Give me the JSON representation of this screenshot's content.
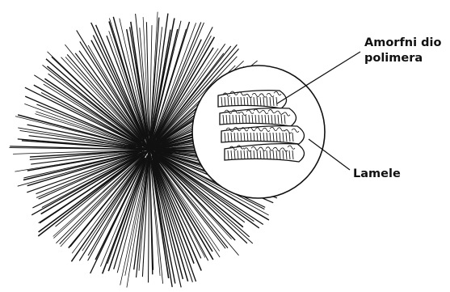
{
  "labels": {
    "amorphous_line1": "Amorfni dio",
    "amorphous_line2": "polimera",
    "lamellae": "Lamele"
  },
  "colors": {
    "ink": "#111111",
    "background": "#ffffff"
  }
}
